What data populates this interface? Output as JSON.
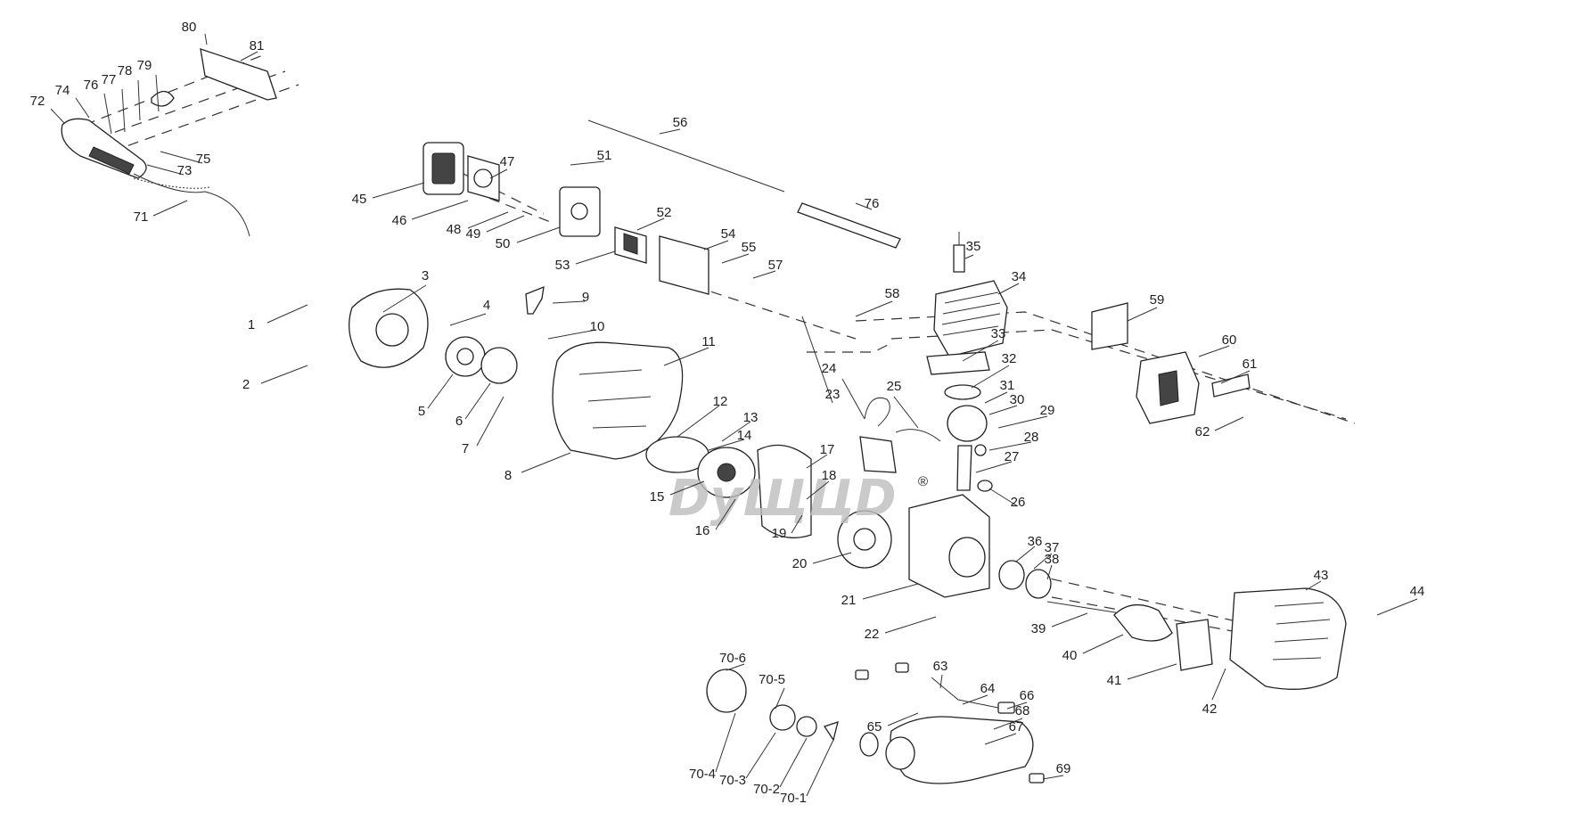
{
  "watermark": {
    "text": "DyЩЦD",
    "mark": "®"
  },
  "labels": [
    "1",
    "2",
    "3",
    "4",
    "5",
    "6",
    "7",
    "8",
    "9",
    "10",
    "11",
    "12",
    "13",
    "14",
    "15",
    "16",
    "17",
    "18",
    "19",
    "20",
    "21",
    "22",
    "23",
    "24",
    "25",
    "26",
    "27",
    "28",
    "29",
    "30",
    "31",
    "32",
    "33",
    "34",
    "35",
    "36",
    "37",
    "38",
    "39",
    "40",
    "41",
    "42",
    "43",
    "44",
    "45",
    "46",
    "47",
    "48",
    "49",
    "50",
    "51",
    "52",
    "53",
    "54",
    "55",
    "56",
    "57",
    "58",
    "59",
    "60",
    "61",
    "62",
    "63",
    "64",
    "65",
    "66",
    "67",
    "68",
    "69",
    "70-6",
    "70-5",
    "70-4",
    "70-3",
    "70-2",
    "70-1",
    "71",
    "72",
    "73",
    "74",
    "75",
    "76",
    "77",
    "78",
    "79",
    "80",
    "81",
    "76"
  ]
}
